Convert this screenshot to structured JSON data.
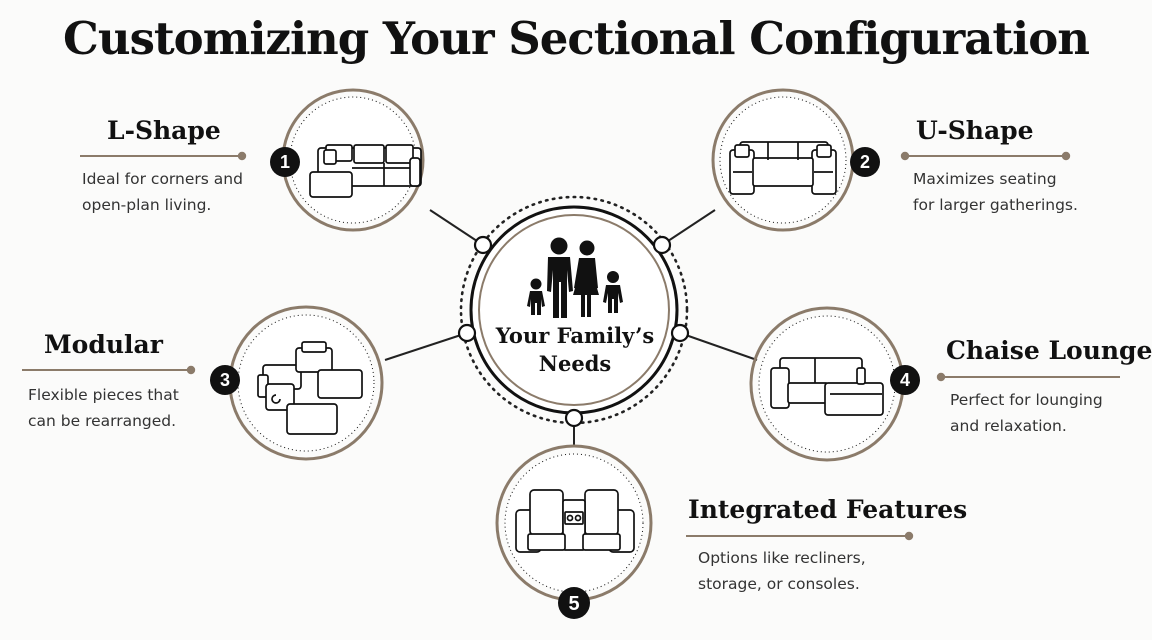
{
  "title": "Customizing Your Sectional Configuration",
  "center": {
    "line1": "Your Family’s",
    "line2": "Needs",
    "icon": "family-icon"
  },
  "options": [
    {
      "number": "1",
      "title": "L-Shape",
      "desc_line1": "Ideal for corners and",
      "desc_line2": "open-plan living.",
      "icon": "l-shape-sofa-icon"
    },
    {
      "number": "2",
      "title": "U-Shape",
      "desc_line1": "Maximizes seating",
      "desc_line2": "for larger gatherings.",
      "icon": "u-shape-sofa-icon"
    },
    {
      "number": "3",
      "title": "Modular",
      "desc_line1": "Flexible pieces that",
      "desc_line2": "can be rearranged.",
      "icon": "modular-pieces-icon"
    },
    {
      "number": "4",
      "title": "Chaise Lounge",
      "desc_line1": "Perfect for lounging",
      "desc_line2": "and relaxation.",
      "icon": "chaise-sofa-icon"
    },
    {
      "number": "5",
      "title": "Integrated Features",
      "desc_line1": "Options like recliners,",
      "desc_line2": "storage, or consoles.",
      "icon": "recliner-console-icon"
    }
  ],
  "colors": {
    "accent": "#8b7b6a",
    "ink": "#111111",
    "background": "#fbfbfa"
  }
}
